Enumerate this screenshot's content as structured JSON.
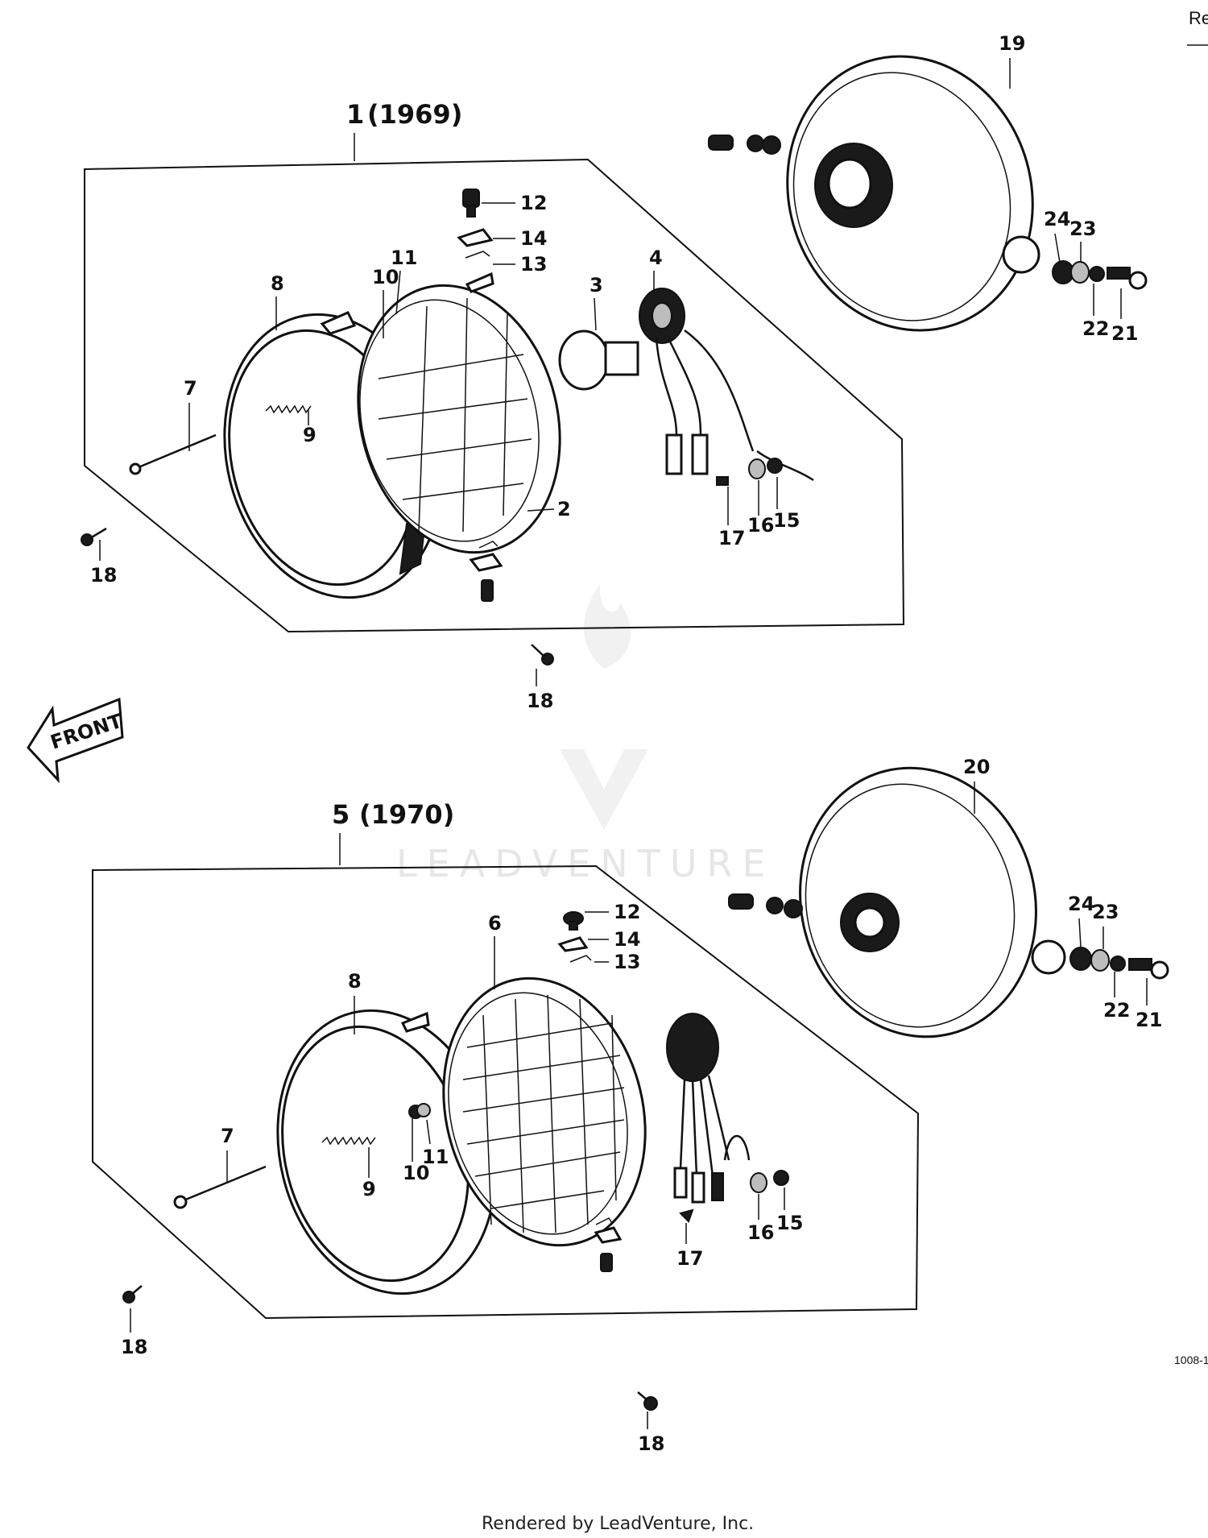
{
  "header": {
    "corner_text": "Re"
  },
  "groups": {
    "g1969": {
      "part": "1",
      "year": "(1969)"
    },
    "g1970": {
      "part": "5",
      "year": "(1970)"
    }
  },
  "callouts": {
    "c1969": [
      "2",
      "3",
      "4",
      "7",
      "8",
      "9",
      "10",
      "11",
      "12",
      "13",
      "14",
      "15",
      "16",
      "17",
      "18"
    ],
    "c1970": [
      "6",
      "7",
      "8",
      "9",
      "10",
      "11",
      "12",
      "13",
      "14",
      "15",
      "16",
      "17",
      "18"
    ],
    "housing_upper": [
      "19",
      "21",
      "22",
      "23",
      "24"
    ],
    "housing_lower": [
      "20",
      "21",
      "22",
      "23",
      "24"
    ],
    "loose": [
      "18",
      "18"
    ]
  },
  "front_arrow": {
    "label": "FRONT",
    "icon": "front-arrow-icon"
  },
  "diagram_code": "1008-1",
  "watermark": {
    "text": "LEADVENTURE",
    "icon": "flame-logo-icon"
  },
  "footer": {
    "credit": "Rendered by LeadVenture, Inc."
  }
}
